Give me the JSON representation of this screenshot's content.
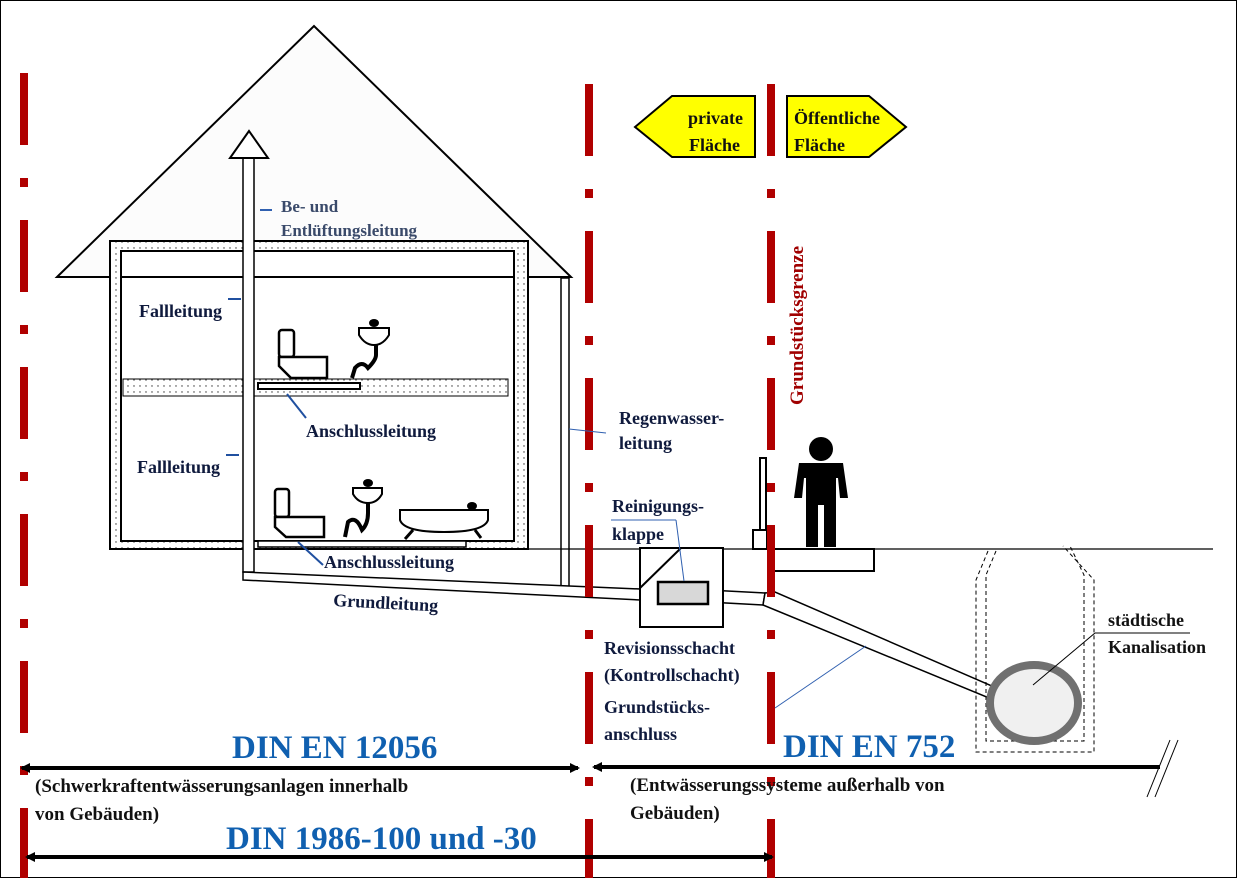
{
  "signs": {
    "private": {
      "line1": "private",
      "line2": "Fläche"
    },
    "public": {
      "line1": "Öffentliche",
      "line2": "Fläche"
    },
    "fill_color": "#ffff00"
  },
  "boundary_label": "Grundstücksgrenze",
  "labels": {
    "vent_line1": "Be- und",
    "vent_line2": "Entlüftungsleitung",
    "fallleitung_upper": "Fallleitung",
    "fallleitung_lower": "Fallleitung",
    "anschluss_upper": "Anschlussleitung",
    "anschluss_lower": "Anschlussleitung",
    "grundleitung": "Grundleitung",
    "regen_line1": "Regenwasser-",
    "regen_line2": "leitung",
    "reinigung_line1": "Reinigungs-",
    "reinigung_line2": "klappe",
    "revision_line1": "Revisionsschacht",
    "revision_line2": "(Kontrollschacht)",
    "anschluss_grund_line1": "Grundstücks-",
    "anschluss_grund_line2": "anschluss",
    "kanal_line1": "städtische",
    "kanal_line2": "Kanalisation"
  },
  "standards": {
    "din_12056": {
      "title": "DIN EN 12056",
      "desc_line1": "(Schwerkraftentwässerungsanlagen innerhalb",
      "desc_line2": "von Gebäuden)"
    },
    "din_752": {
      "title": "DIN EN 752",
      "desc_line1": "(Entwässerungssysteme außerhalb von",
      "desc_line2": "Gebäuden)"
    },
    "din_1986": {
      "title": "DIN 1986-100 und -30"
    }
  },
  "colors": {
    "boundary_red": "#b00000",
    "standard_blue": "#1060b0",
    "sign_yellow": "#ffff00"
  }
}
